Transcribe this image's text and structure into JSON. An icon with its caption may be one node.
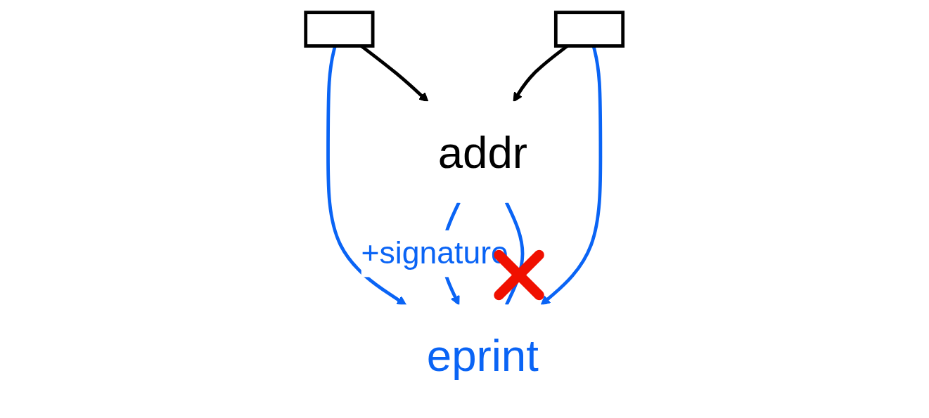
{
  "diagram": {
    "nodes": [
      {
        "text": [],
        "shape": "box"
      },
      {
        "text": [
          "addr"
        ]
      },
      {
        "text": [
          "eprint"
        ]
      },
      {
        "text": [],
        "shape": "box"
      }
    ],
    "edges": [
      {
        "from": 0,
        "to": 1,
        "arrow": "to",
        "color": "#000000"
      },
      {
        "from": 0,
        "to": 2,
        "arrow": "to"
      },
      {
        "from": 1,
        "to": 2,
        "arrow": "to",
        "label": "+signature"
      },
      {
        "from": 1,
        "to": 2,
        "arrow": "none"
      },
      {
        "from": 3,
        "to": 2,
        "arrow": "to"
      },
      {
        "from": 3,
        "to": 1,
        "arrow": "to",
        "color": "#000000"
      }
    ]
  }
}
